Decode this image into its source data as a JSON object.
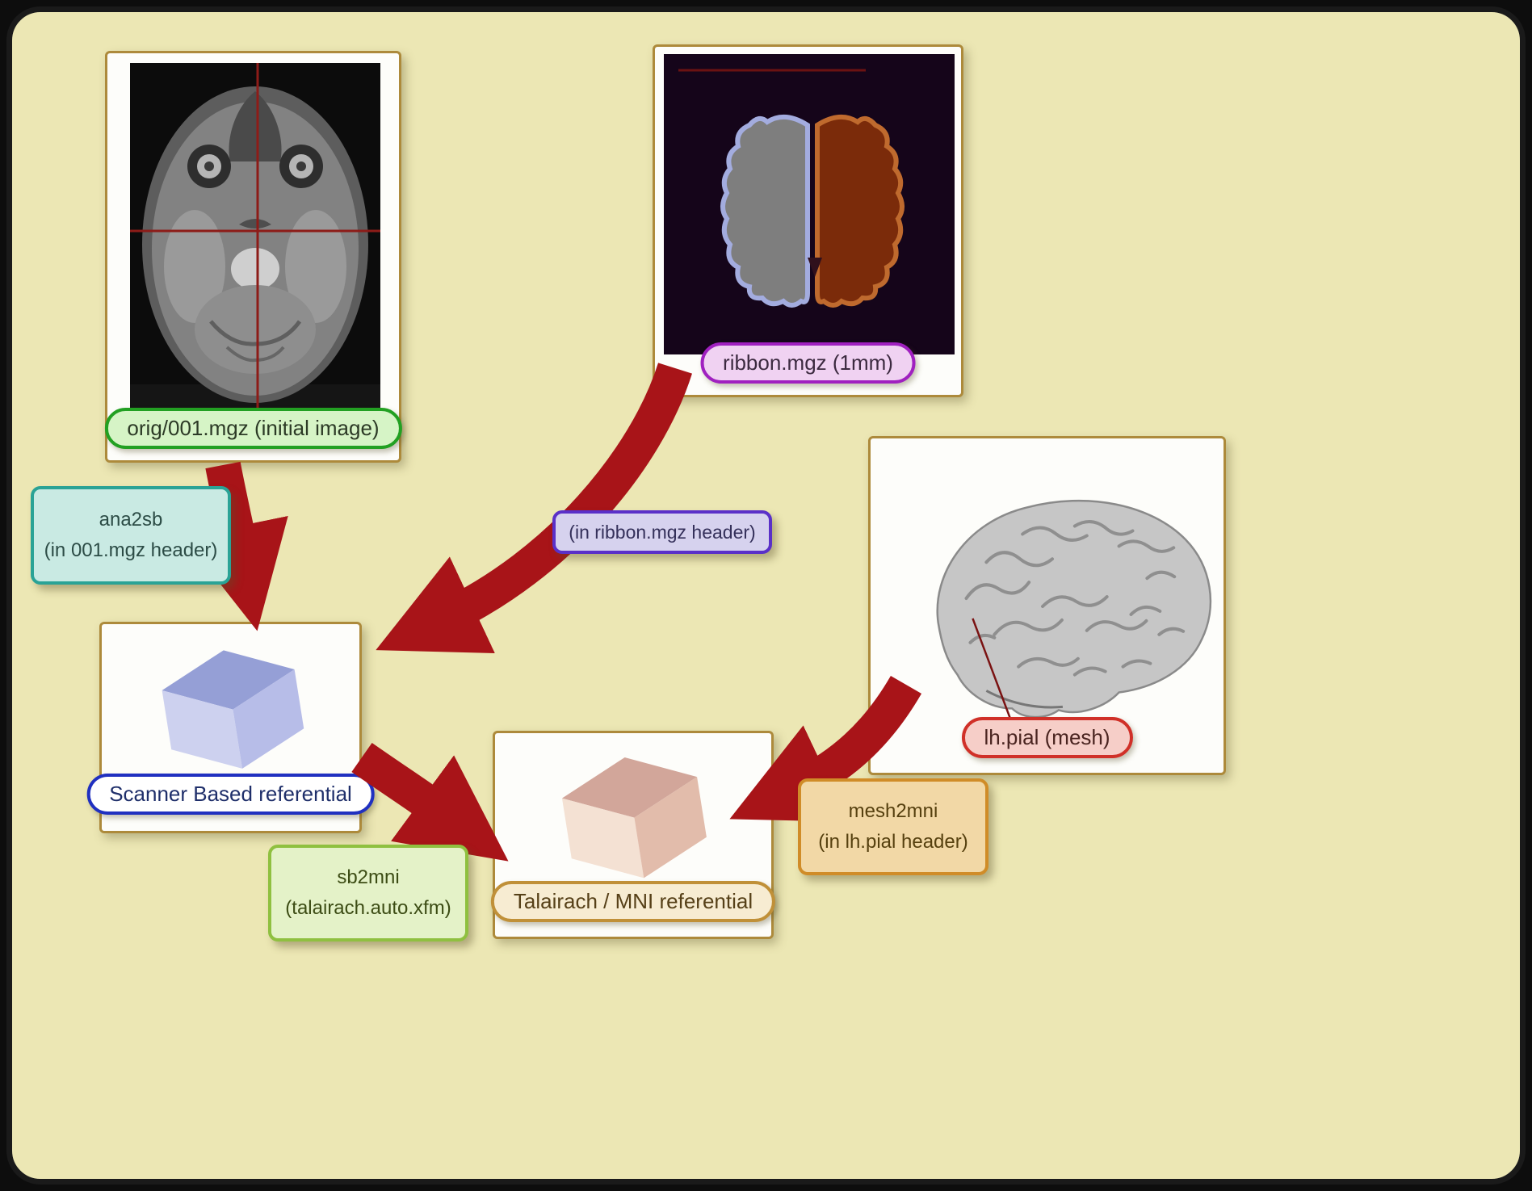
{
  "nodes": {
    "orig": {
      "label": "orig/001.mgz (initial image)"
    },
    "ribbon": {
      "label": "ribbon.mgz (1mm)"
    },
    "pial": {
      "label": "lh.pial (mesh)"
    },
    "scanner": {
      "label": "Scanner Based referential"
    },
    "talairach": {
      "label": "Talairach / MNI referential"
    }
  },
  "transforms": {
    "ana2sb": {
      "name": "ana2sb",
      "detail": "(in 001.mgz header)"
    },
    "ribbon2sb": {
      "detail": "(in ribbon.mgz header)"
    },
    "sb2mni": {
      "name": "sb2mni",
      "detail": "(talairach.auto.xfm)"
    },
    "mesh2mni": {
      "name": "mesh2mni",
      "detail": "(in lh.pial header)"
    }
  },
  "colors": {
    "canvas_bg": "#0d0d0d",
    "board_bg": "#ece7b4",
    "board_border": "#1a1a1a",
    "panel_border": "#ad8a3b",
    "arrow": "#a81418",
    "orig_accent": "#22a022",
    "orig_bg": "#d6f4c6",
    "ribbon_accent": "#a020c0",
    "ribbon_bg": "#f0d2f2",
    "pial_accent": "#d03028",
    "pial_bg": "#f6cec8",
    "scanner_accent": "#2030c0",
    "scanner_bg": "#ffffff",
    "talairach_accent": "#c09038",
    "talairach_bg": "#f7ecd2",
    "ana2sb_accent": "#2aa396",
    "ana2sb_bg": "#c9eae3",
    "ribbonhdr_accent": "#5a30c8",
    "ribbonhdr_bg": "#d6d2ee",
    "sb2mni_accent": "#8fc040",
    "sb2mni_bg": "#e4f2c8",
    "mesh2mni_accent": "#d08c28",
    "mesh2mni_bg": "#f2d8a6"
  }
}
